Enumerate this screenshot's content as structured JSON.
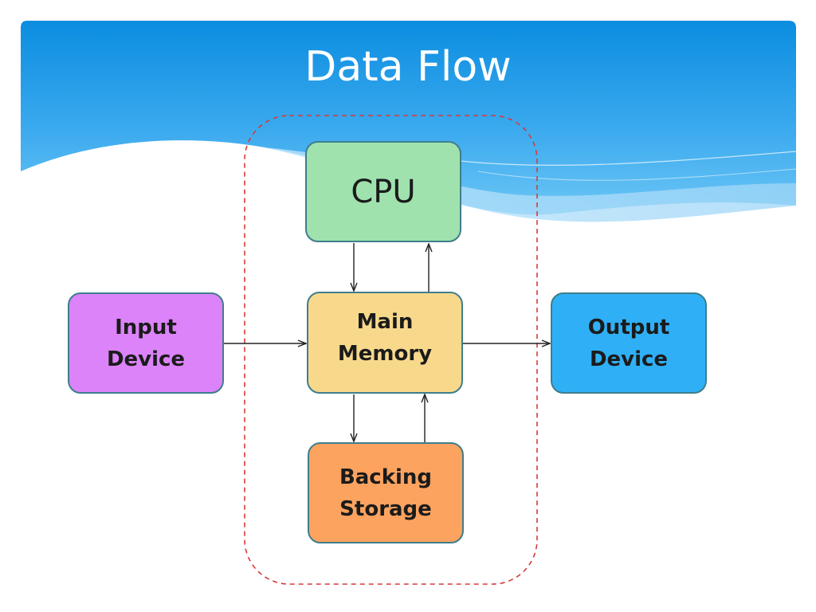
{
  "title": "Data Flow",
  "nodes": {
    "cpu": "CPU",
    "main_memory": [
      "Main",
      "Memory"
    ],
    "backing_storage": [
      "Backing",
      "Storage"
    ],
    "input_device": [
      "Input",
      "Device"
    ],
    "output_device": [
      "Output",
      "Device"
    ]
  },
  "edges": [
    {
      "from": "input_device",
      "to": "main_memory"
    },
    {
      "from": "main_memory",
      "to": "output_device"
    },
    {
      "from": "cpu",
      "to": "main_memory"
    },
    {
      "from": "main_memory",
      "to": "cpu"
    },
    {
      "from": "main_memory",
      "to": "backing_storage"
    },
    {
      "from": "backing_storage",
      "to": "main_memory"
    }
  ],
  "colors": {
    "cpu": "#9fe2ae",
    "main_memory": "#f8d98c",
    "backing_storage": "#fca35f",
    "input_device": "#dc83f9",
    "output_device": "#2fb0f6",
    "box_border": "#3e7e8c",
    "dashed_group": "#d43a3a",
    "header_top": "#0b8de0",
    "header_bottom": "#5cc0f4"
  }
}
